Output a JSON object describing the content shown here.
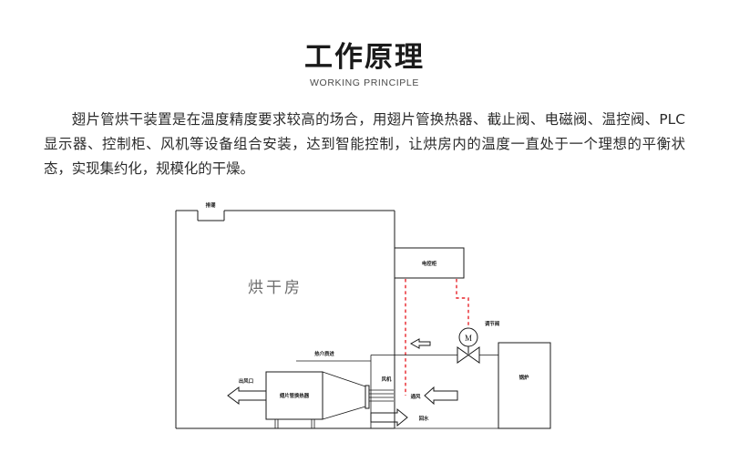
{
  "header": {
    "title": "工作原理",
    "subtitle": "WORKING PRINCIPLE"
  },
  "intro": {
    "paragraph": "翅片管烘干装置是在温度精度要求较高的场合，用翅片管换热器、截止阀、电磁阀、温控阀、PLC 显示器、控制柜、风机等设备组合安装，达到智能控制，让烘房内的温度一直处于一个理想的平衡状态，实现集约化，规模化的干燥。"
  },
  "diagram": {
    "labels": {
      "exhaust": "排潮",
      "drying_room": "烘干房",
      "control_cabinet": "电控柜",
      "regulating_valve": "调节阀",
      "valve_motor_symbol": "M",
      "boiler": "锅炉",
      "medium_inlet": "热介质进",
      "heat_exchanger": "翅片管换热器",
      "air_outlet": "出风口",
      "fan": "风机",
      "ventilation": "通风",
      "return_water": "回水"
    },
    "colors": {
      "line": "#1a1a1a",
      "signal": "#e8242a",
      "room_text": "#6d6d6d"
    }
  }
}
